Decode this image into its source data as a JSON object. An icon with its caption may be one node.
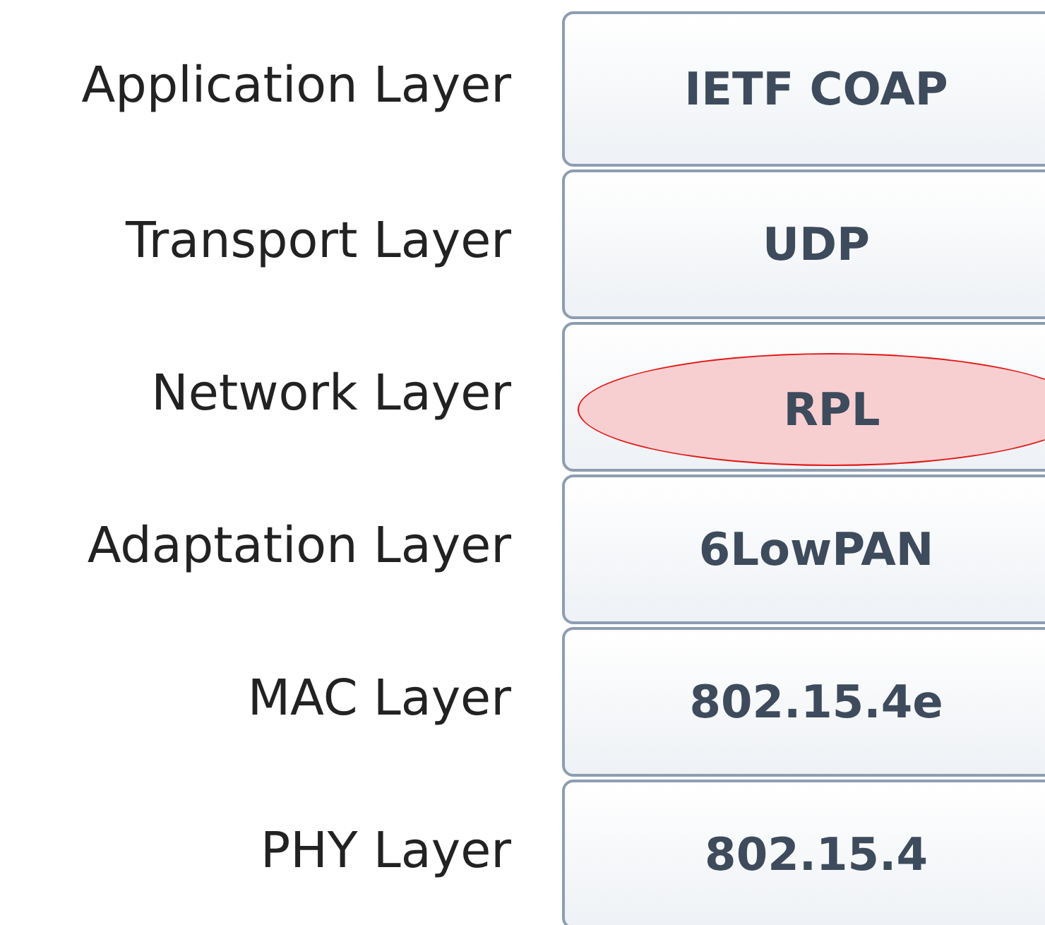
{
  "diagram": {
    "nodes": [
      {
        "text": [
          "IETF COAP"
        ],
        "beside": [
          "Application Layer"
        ]
      },
      {
        "text": [
          "UDP"
        ],
        "beside": [
          "Transport Layer"
        ]
      },
      {
        "text": [],
        "shape": "box",
        "beside": [
          "Network Layer"
        ]
      },
      {
        "text": [
          "RPL"
        ],
        "in": 2
      },
      {
        "text": [
          "6LowPAN"
        ],
        "beside": [
          "Adaptation Layer"
        ]
      },
      {
        "text": [
          "802.15.4e"
        ],
        "beside": [
          "MAC Layer"
        ]
      },
      {
        "text": [
          "802.15.4"
        ],
        "beside": [
          "PHY Layer"
        ]
      }
    ]
  }
}
